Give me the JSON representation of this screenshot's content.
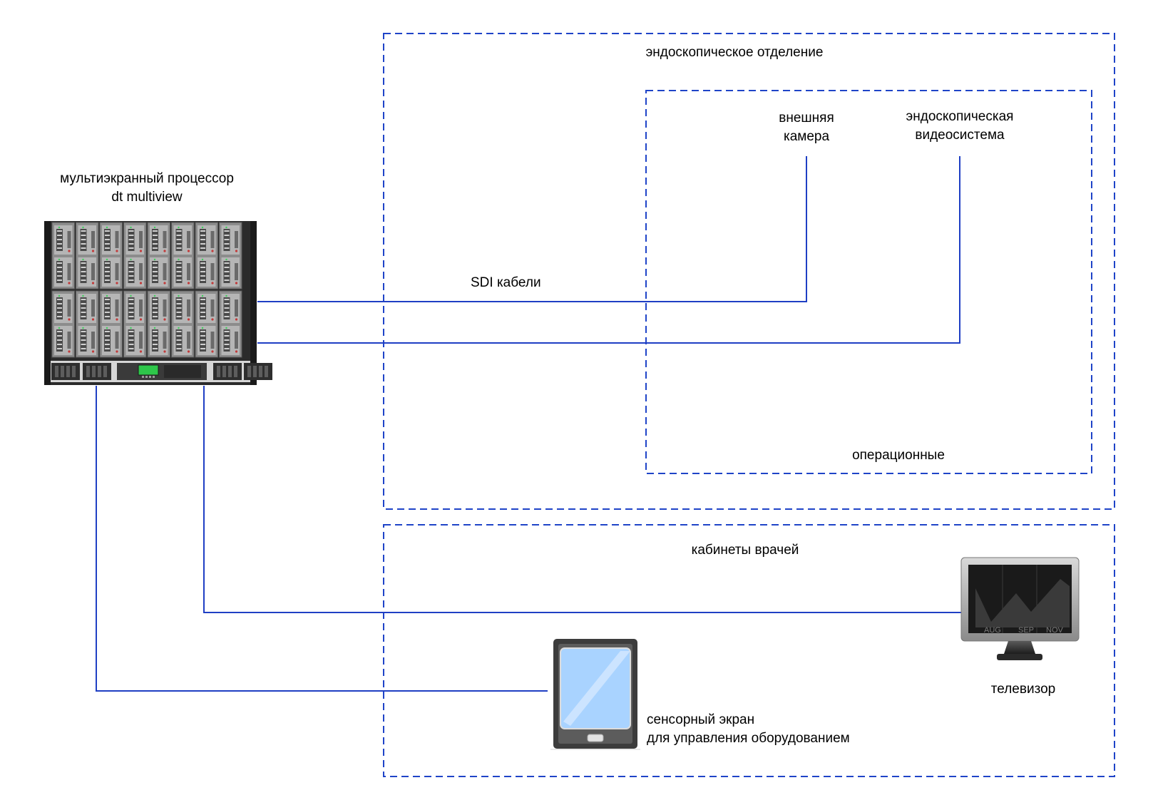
{
  "processor": {
    "label_line1": "мультиэкранный процессор",
    "label_line2": "dt multiview"
  },
  "cable_label": "SDI кабели",
  "zones": {
    "endoscopy": "эндоскопическое отделение",
    "operating": "операционные",
    "offices": "кабинеты врачей"
  },
  "devices": {
    "camera_line1": "внешняя",
    "camera_line2": "камера",
    "videosystem_line1": "эндоскопическая",
    "videosystem_line2": "видеосистема",
    "tv": "телевизор",
    "touch_line1": "сенсорный экран",
    "touch_line2": "для управления оборудованием",
    "tv_screen_months": [
      "AUG",
      "SEP",
      "NOV"
    ]
  },
  "colors": {
    "line": "#1f3fc4",
    "dash": "#1f44c8",
    "server_body": "#2b2b2b",
    "lcd": "#2ec74a",
    "tablet_screen": "#a9d3ff"
  }
}
